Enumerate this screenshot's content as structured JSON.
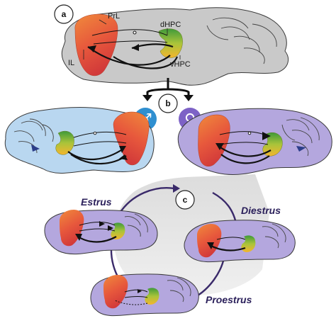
{
  "panels": {
    "a": "a",
    "b": "b",
    "c": "c"
  },
  "regions": {
    "prl": "PrL",
    "il": "IL",
    "dhpc": "dHPC",
    "vhpc": "vHPC"
  },
  "phases": {
    "estrus": "Estrus",
    "diestrus": "Diestrus",
    "proestrus": "Proestrus"
  },
  "symbols": {
    "male": "♂",
    "female": "♀"
  },
  "colors": {
    "gray_brain": "#c9c9c9",
    "male_brain": "#b9d7f0",
    "female_brain": "#b4a7de",
    "male_symbol": "#2f8fd0",
    "female_symbol": "#7d62c6",
    "estrous_cycle_arrow": "#3a2a6a"
  }
}
